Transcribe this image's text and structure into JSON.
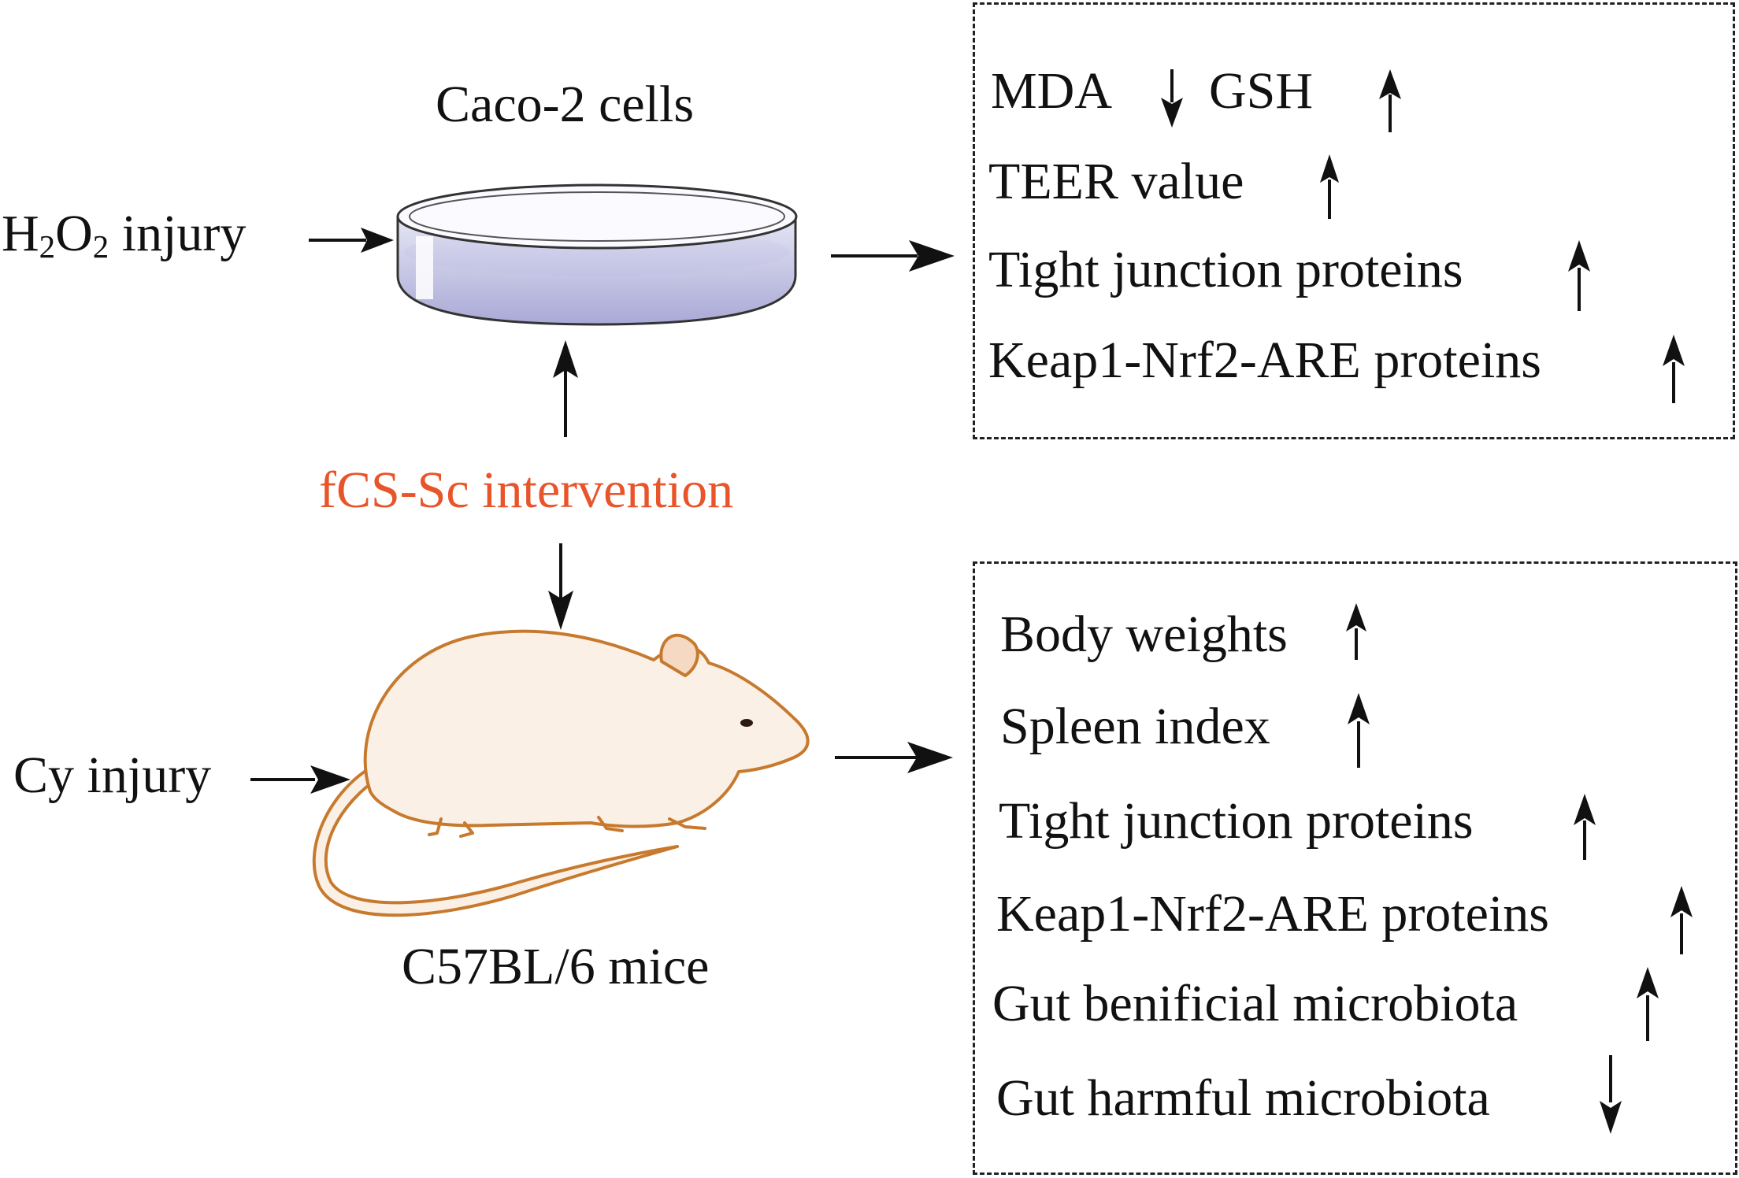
{
  "caco2_label": "Caco-2 cells",
  "h2o2_injury": {
    "prefix": "H",
    "sub1": "2",
    "mid": "O",
    "sub2": "2",
    "suffix": " injury"
  },
  "intervention_label": "fCS-Sc intervention",
  "cy_injury_label": "Cy injury",
  "mice_label": "C57BL/6 mice",
  "cell_results": {
    "mda": "MDA",
    "gsh": "GSH",
    "teer": "TEER value",
    "tight_junction": "Tight junction proteins",
    "keap1": "Keap1-Nrf2-ARE proteins"
  },
  "mice_results": {
    "body_weights": "Body weights",
    "spleen_index": "Spleen index",
    "tight_junction": "Tight junction proteins",
    "keap1": "Keap1-Nrf2-ARE proteins",
    "gut_beneficial": "Gut benificial microbiota",
    "gut_harmful": "Gut harmful microbiota"
  },
  "colors": {
    "accent": "#e8552a",
    "ink": "#111111",
    "dish": "#c9c9ea",
    "mouse_fill": "#fbf0e6",
    "mouse_outline": "#c77a2e"
  },
  "icons": [
    "arrow-right-icon",
    "arrow-up-icon",
    "arrow-down-icon",
    "petri-dish-icon",
    "mouse-icon"
  ]
}
